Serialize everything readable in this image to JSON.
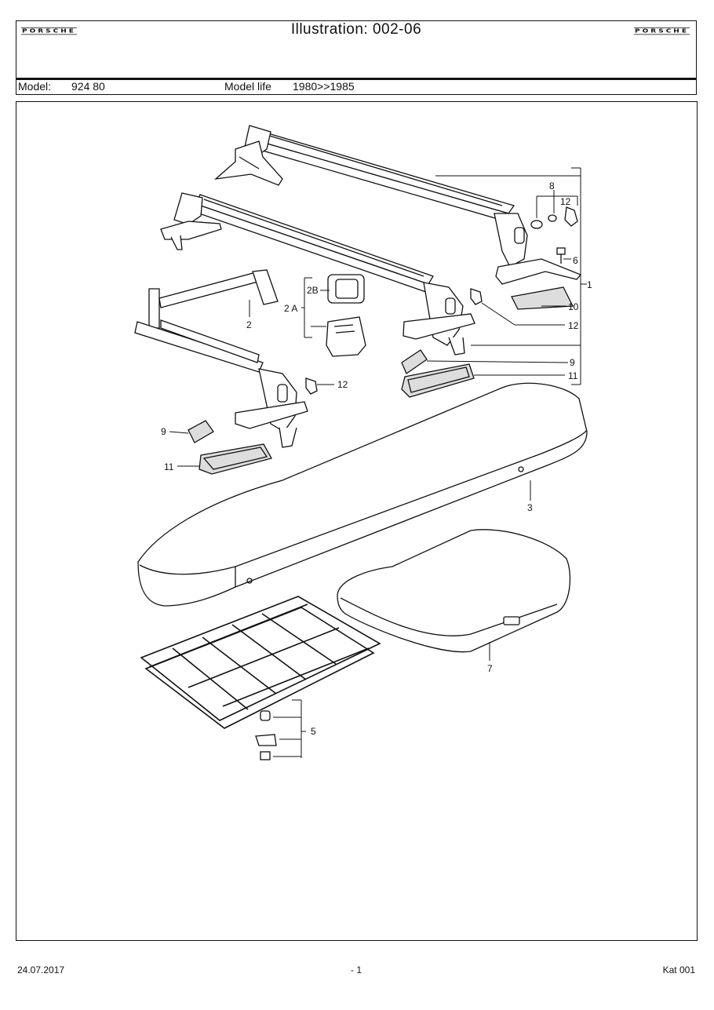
{
  "header": {
    "brand_left": "PORSCHE",
    "brand_right": "PORSCHE",
    "title": "Illustration: 002-06",
    "model_label": "Model:",
    "model_value": "924 80",
    "model_life_label": "Model life",
    "model_life_value": "1980>>1985"
  },
  "drawing": {
    "callouts": {
      "c1": "1",
      "c2": "2",
      "c2a": "2 A",
      "c2b": "2B",
      "c3": "3",
      "c5": "5",
      "c6": "6",
      "c7": "7",
      "c8": "8",
      "c9a": "9",
      "c9b": "9",
      "c10": "10",
      "c11a": "11",
      "c11b": "11",
      "c12a": "12",
      "c12b": "12",
      "c12c": "12"
    }
  },
  "footer": {
    "date": "24.07.2017",
    "page": "- 1",
    "catalog": "Kat 001"
  }
}
